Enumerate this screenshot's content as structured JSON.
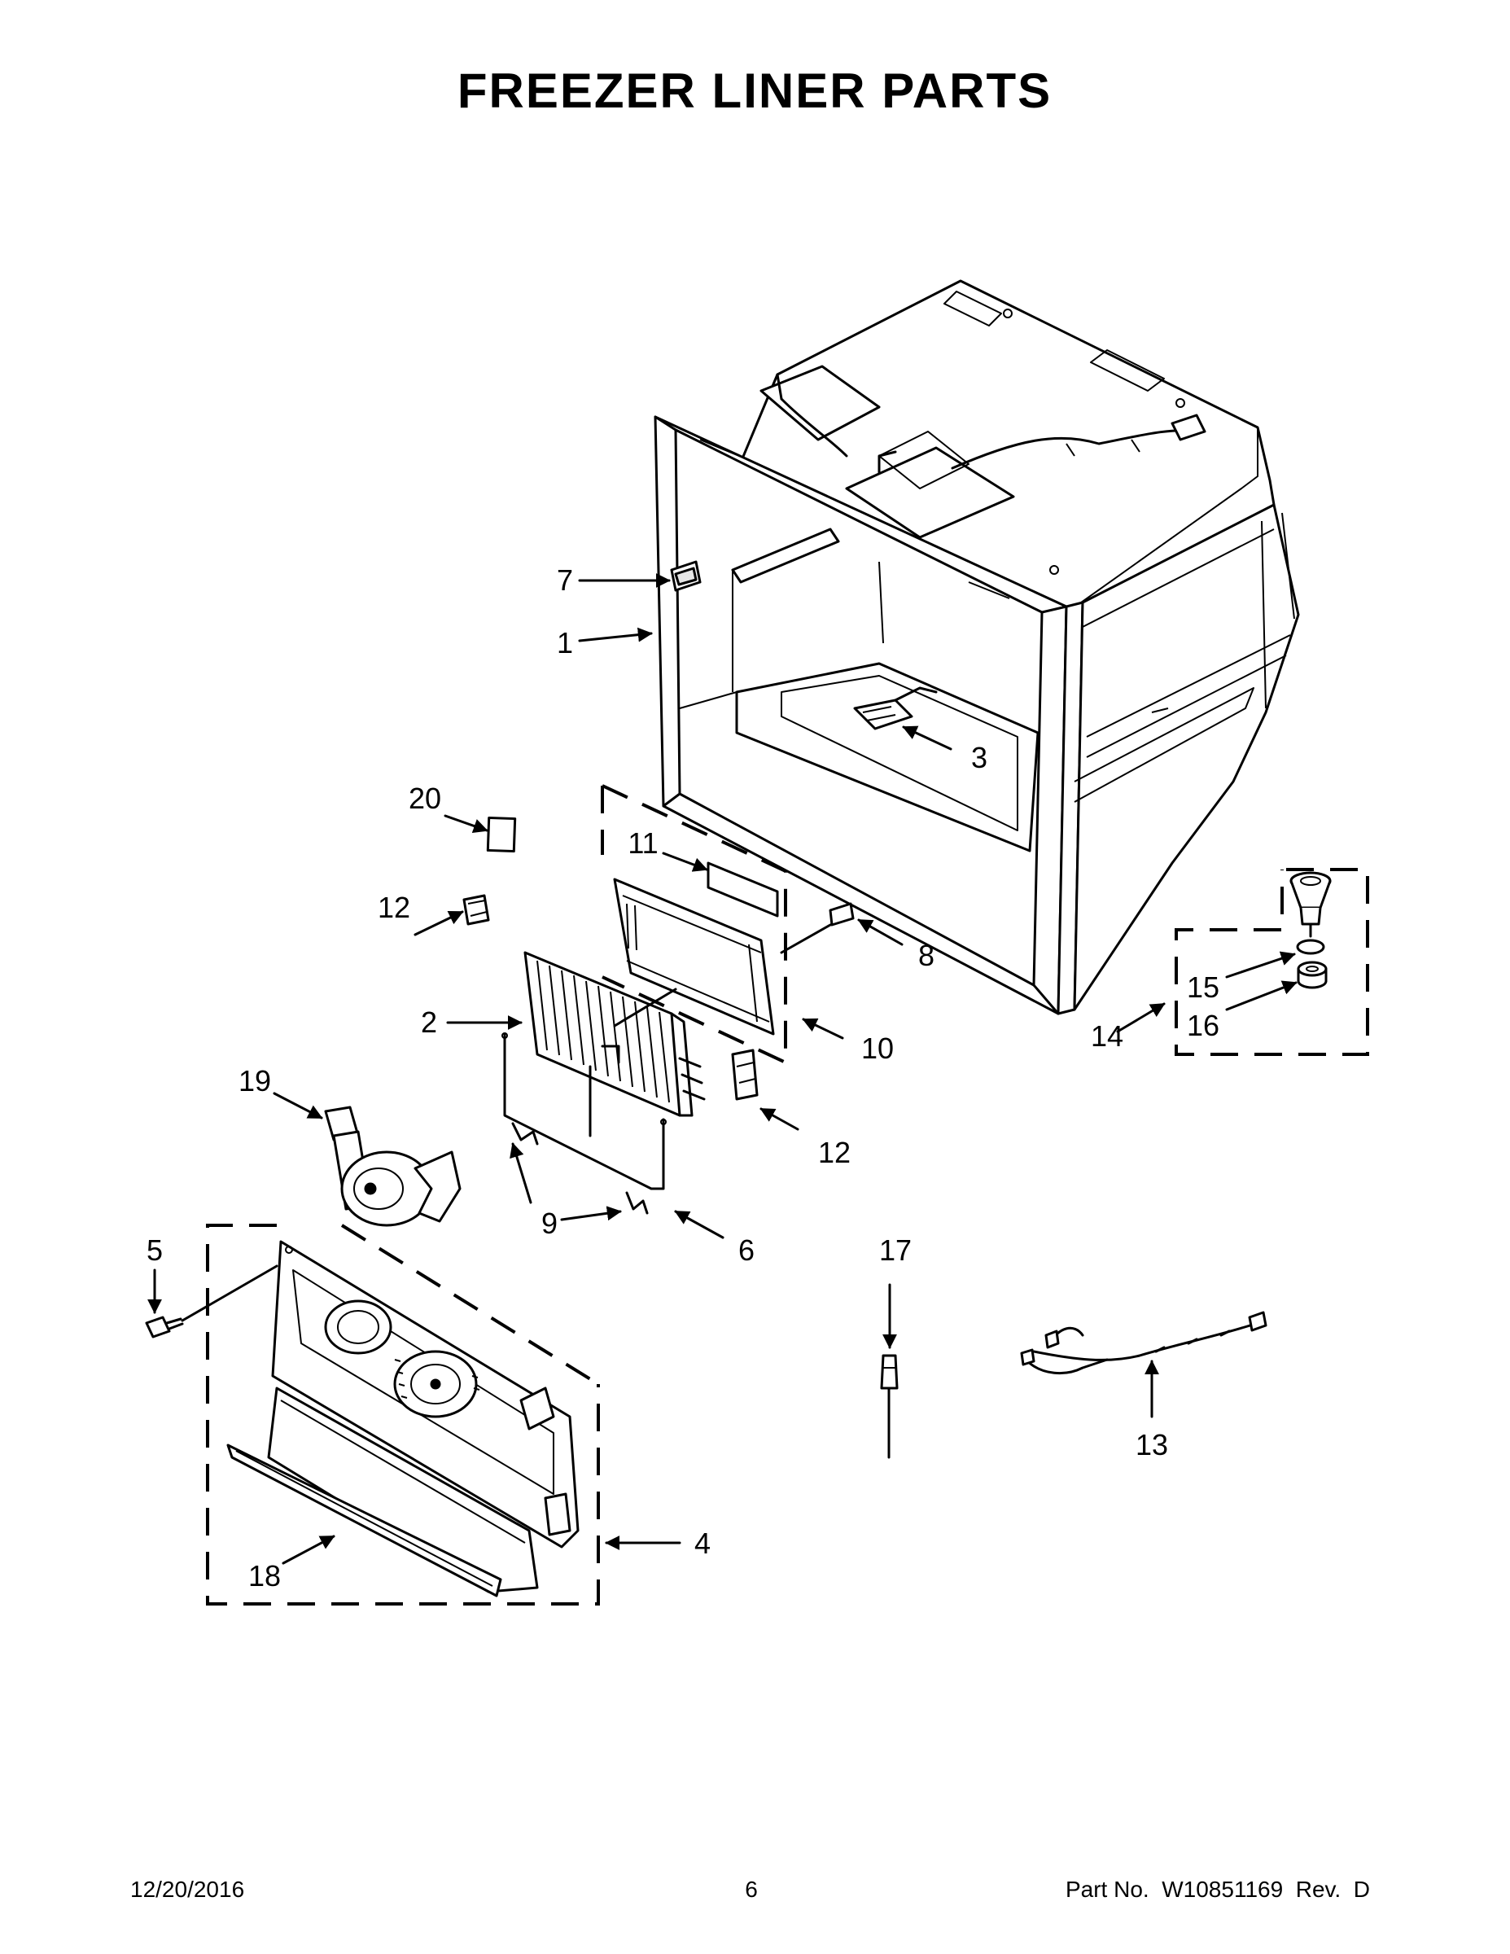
{
  "title": "FREEZER LINER PARTS",
  "callouts": {
    "c1": "1",
    "c2": "2",
    "c3": "3",
    "c4": "4",
    "c5": "5",
    "c6": "6",
    "c7": "7",
    "c8": "8",
    "c9": "9",
    "c10": "10",
    "c11": "11",
    "c12a": "12",
    "c12b": "12",
    "c13": "13",
    "c14": "14",
    "c15": "15",
    "c16": "16",
    "c17": "17",
    "c18": "18",
    "c19": "19",
    "c20": "20"
  },
  "footer": {
    "date": "12/20/2016",
    "page": "6",
    "part_no": "Part No.  W10851169  Rev.  D"
  }
}
